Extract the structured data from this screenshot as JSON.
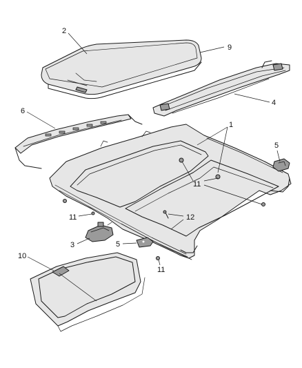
{
  "callouts": [
    {
      "id": "c2",
      "text": "2"
    },
    {
      "id": "c9",
      "text": "9"
    },
    {
      "id": "c4",
      "text": "4"
    },
    {
      "id": "c6",
      "text": "6"
    },
    {
      "id": "c1",
      "text": "1"
    },
    {
      "id": "c5a",
      "text": "5"
    },
    {
      "id": "c11a",
      "text": "11"
    },
    {
      "id": "c11b",
      "text": "11"
    },
    {
      "id": "c12",
      "text": "12"
    },
    {
      "id": "c3",
      "text": "3"
    },
    {
      "id": "c5b",
      "text": "5"
    },
    {
      "id": "c11c",
      "text": "11"
    },
    {
      "id": "c10",
      "text": "10"
    }
  ]
}
